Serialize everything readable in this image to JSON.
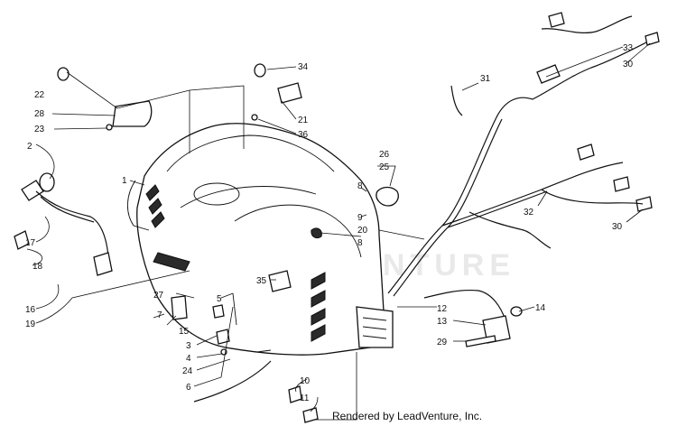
{
  "diagram": {
    "credit": "Rendered by LeadVenture, Inc.",
    "watermark": "LEADVENTURE",
    "callouts": [
      {
        "id": "c1",
        "text": "1"
      },
      {
        "id": "c2",
        "text": "2"
      },
      {
        "id": "c3",
        "text": "3"
      },
      {
        "id": "c4",
        "text": "4"
      },
      {
        "id": "c5",
        "text": "5"
      },
      {
        "id": "c6",
        "text": "6"
      },
      {
        "id": "c7",
        "text": "7"
      },
      {
        "id": "c8a",
        "text": "8"
      },
      {
        "id": "c8b",
        "text": "8"
      },
      {
        "id": "c9",
        "text": "9"
      },
      {
        "id": "c10",
        "text": "10"
      },
      {
        "id": "c11",
        "text": "11"
      },
      {
        "id": "c12",
        "text": "12"
      },
      {
        "id": "c13",
        "text": "13"
      },
      {
        "id": "c14",
        "text": "14"
      },
      {
        "id": "c15",
        "text": "15"
      },
      {
        "id": "c16",
        "text": "16"
      },
      {
        "id": "c17",
        "text": "17"
      },
      {
        "id": "c18",
        "text": "18"
      },
      {
        "id": "c19",
        "text": "19"
      },
      {
        "id": "c20",
        "text": "20"
      },
      {
        "id": "c21",
        "text": "21"
      },
      {
        "id": "c22",
        "text": "22"
      },
      {
        "id": "c23",
        "text": "23"
      },
      {
        "id": "c24",
        "text": "24"
      },
      {
        "id": "c25",
        "text": "25"
      },
      {
        "id": "c26",
        "text": "26"
      },
      {
        "id": "c27",
        "text": "27"
      },
      {
        "id": "c28",
        "text": "28"
      },
      {
        "id": "c29",
        "text": "29"
      },
      {
        "id": "c30a",
        "text": "30"
      },
      {
        "id": "c30b",
        "text": "30"
      },
      {
        "id": "c31",
        "text": "31"
      },
      {
        "id": "c32",
        "text": "32"
      },
      {
        "id": "c33",
        "text": "33"
      },
      {
        "id": "c34",
        "text": "34"
      },
      {
        "id": "c35",
        "text": "35"
      },
      {
        "id": "c36",
        "text": "36"
      }
    ]
  }
}
